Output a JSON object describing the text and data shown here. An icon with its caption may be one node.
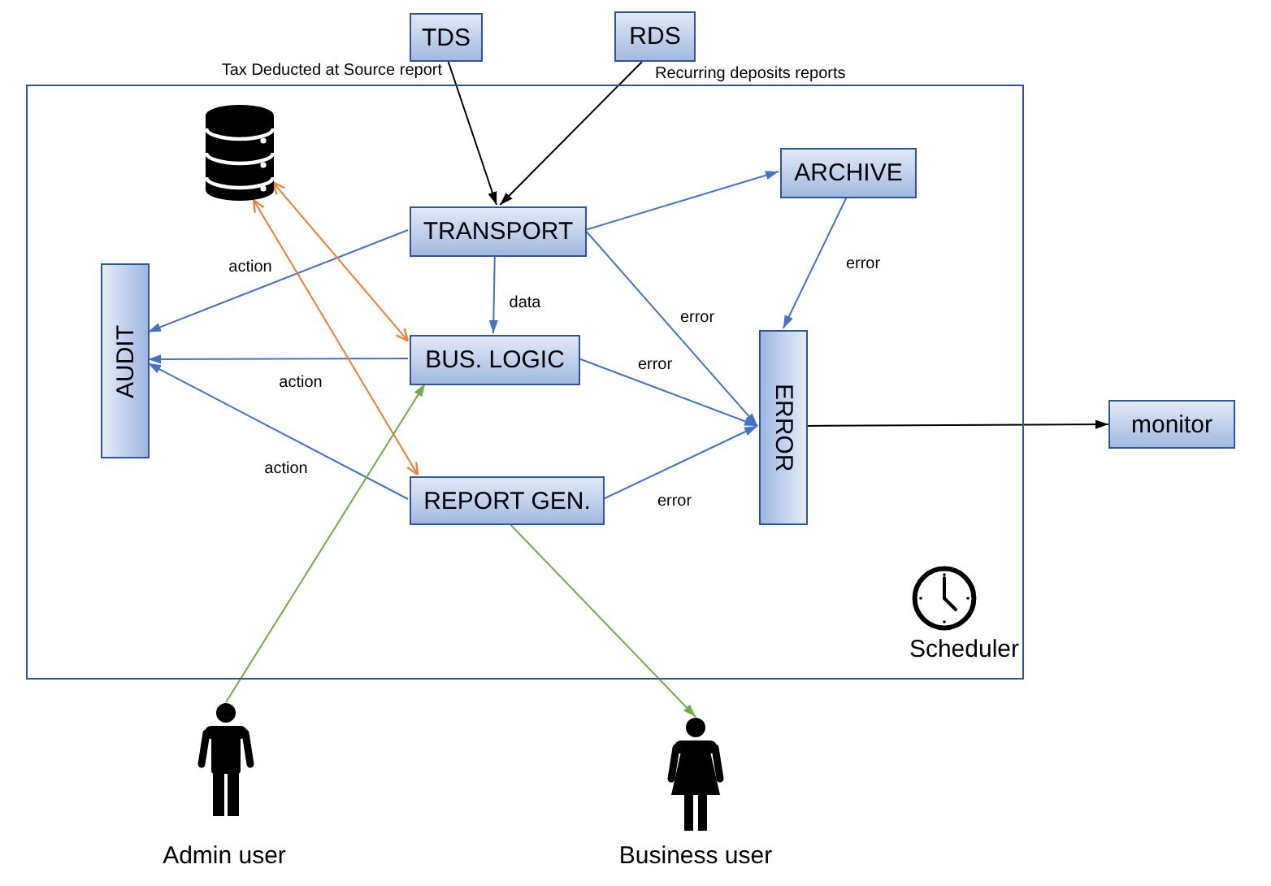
{
  "diagram": {
    "nodes": [
      {
        "text": [
          "Scheduler"
        ]
      },
      {
        "text": [
          "TDS"
        ],
        "beside": [
          "Tax Deducted at Source report"
        ]
      },
      {
        "text": [
          "RDS"
        ],
        "beside": [
          "Recurring deposits reports"
        ]
      },
      {
        "text": [],
        "shape": "cylinder",
        "in": 0
      },
      {
        "text": [
          "TRANSPORT"
        ],
        "in": 0
      },
      {
        "text": [
          "ARCHIVE"
        ],
        "in": 0
      },
      {
        "text": [
          "AUDIT"
        ],
        "in": 0
      },
      {
        "text": [
          "BUS. LOGIC"
        ],
        "in": 0
      },
      {
        "text": [
          "ERROR"
        ],
        "in": 0
      },
      {
        "text": [
          "REPORT GEN."
        ],
        "in": 0
      },
      {
        "text": [
          "monitor"
        ]
      },
      {
        "text": [],
        "shape": "person",
        "beside": [
          "Admin user"
        ]
      },
      {
        "text": [],
        "shape": "person",
        "beside": [
          "Business user"
        ]
      }
    ],
    "edges": [
      {
        "from": 1,
        "to": 4,
        "arrow": "to",
        "color": "#000000"
      },
      {
        "from": 2,
        "to": 4,
        "arrow": "to",
        "color": "#000000"
      },
      {
        "from": 4,
        "to": 5,
        "arrow": "to"
      },
      {
        "from": 4,
        "to": 6,
        "arrow": "to",
        "label": "action"
      },
      {
        "from": 4,
        "to": 7,
        "arrow": "to",
        "label": "data"
      },
      {
        "from": 4,
        "to": 8,
        "arrow": "to",
        "label": "error"
      },
      {
        "from": 5,
        "to": 8,
        "arrow": "to",
        "label": "error"
      },
      {
        "from": 7,
        "to": 6,
        "arrow": "to",
        "label": "action"
      },
      {
        "from": 7,
        "to": 8,
        "arrow": "to",
        "label": "error"
      },
      {
        "from": 9,
        "to": 6,
        "arrow": "to",
        "label": "action"
      },
      {
        "from": 9,
        "to": 8,
        "arrow": "to",
        "label": "error"
      },
      {
        "from": 8,
        "to": 10,
        "arrow": "to",
        "color": "#000000"
      },
      {
        "from": 3,
        "to": 7,
        "arrow": "both",
        "color": "#ed7d31"
      },
      {
        "from": 3,
        "to": 9,
        "arrow": "both",
        "color": "#ed7d31"
      },
      {
        "from": 11,
        "to": 7,
        "arrow": "to",
        "color": "#70ad47"
      },
      {
        "from": 9,
        "to": 12,
        "arrow": "to",
        "color": "#70ad47"
      }
    ]
  }
}
